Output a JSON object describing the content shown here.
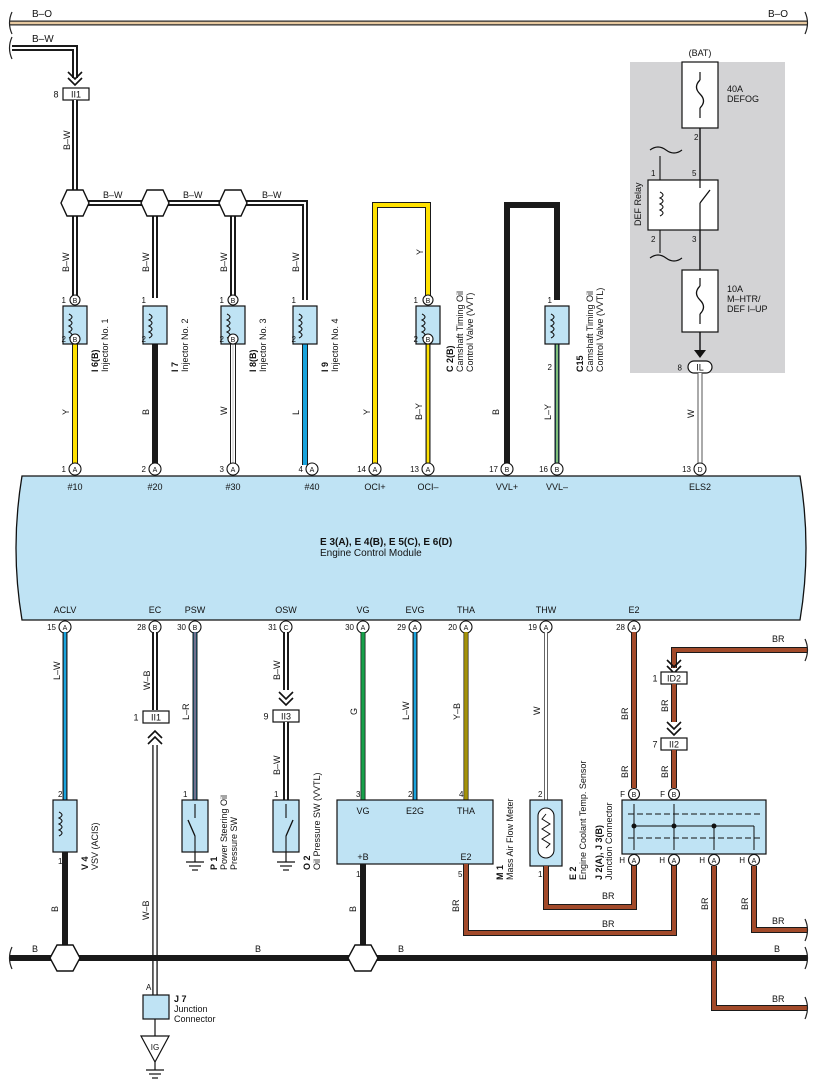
{
  "colors": {
    "module_fill": "#bfe3f4",
    "relay_box_fill": "#d3d3d5",
    "wire_black": "#1a1a1a",
    "wire_yellow": "#ffe100",
    "wire_blue": "#19a3dc",
    "wire_green": "#17a04a",
    "wire_brown": "#a24a2a",
    "wire_red": "#e0332f",
    "wire_tan": "#e7c9a0"
  },
  "top_bus": {
    "label_left": "B–O",
    "label_right": "B–O"
  },
  "upper": {
    "feed_wire": "B–W",
    "conn_ii1": {
      "pin": "8",
      "name": "II1"
    },
    "segment_labels": [
      "B–W",
      "B–W",
      "B–W"
    ],
    "injectors": [
      {
        "code": "I 6(B)",
        "name": "Injector No. 1",
        "pin_top": "1",
        "pin_top_conn": "B",
        "pin_bot": "2",
        "pin_bot_conn": "B",
        "wire_top": "B–W",
        "wire_bot": "Y"
      },
      {
        "code": "I 7",
        "name": "Injector No. 2",
        "pin_top": "1",
        "pin_top_conn": "",
        "pin_bot": "2",
        "pin_bot_conn": "",
        "wire_top": "B–W",
        "wire_bot": "B"
      },
      {
        "code": "I 8(B)",
        "name": "Injector No. 3",
        "pin_top": "1",
        "pin_top_conn": "B",
        "pin_bot": "2",
        "pin_bot_conn": "B",
        "wire_top": "B–W",
        "wire_bot": "W"
      },
      {
        "code": "I 9",
        "name": "Injector No. 4",
        "pin_top": "1",
        "pin_top_conn": "",
        "pin_bot": "2",
        "pin_bot_conn": "",
        "wire_top": "B–W",
        "wire_bot": "L"
      }
    ],
    "ocv_vvt": {
      "code": "C 2(B)",
      "name1": "Camshaft Timing Oil",
      "name2": "Control Valve (VVT)",
      "pin_top": "1",
      "pin_top_conn": "B",
      "pin_bot": "2",
      "pin_bot_conn": "B",
      "wire_top": "Y",
      "wire_bot": "B–Y"
    },
    "ocv_vvtl": {
      "code": "C15",
      "name1": "Camshaft Timing Oil",
      "name2": "Control Valve (VVTL)",
      "pin_top": "1",
      "pin_bot": "2",
      "wire_top": "B",
      "wire_bot": "L–Y"
    },
    "wire_els2": "W"
  },
  "relay_box": {
    "bat": "(BAT)",
    "fuse_defog": {
      "amps": "40A",
      "name": "DEFOG",
      "pin": "2"
    },
    "relay": {
      "name": "DEF Relay",
      "pins": [
        "1",
        "5",
        "2",
        "3"
      ]
    },
    "fuse_mhtr": {
      "amps": "10A",
      "name1": "M–HTR/",
      "name2": "DEF I–UP"
    },
    "conn_il": {
      "pin": "8",
      "name": "IL"
    }
  },
  "ecm": {
    "title": "E 3(A), E 4(B), E 5(C), E 6(D)",
    "subtitle": "Engine Control Module",
    "top_pins": [
      {
        "num": "1",
        "conn": "A",
        "label": "#10"
      },
      {
        "num": "2",
        "conn": "A",
        "label": "#20"
      },
      {
        "num": "3",
        "conn": "A",
        "label": "#30"
      },
      {
        "num": "4",
        "conn": "A",
        "label": "#40"
      },
      {
        "num": "14",
        "conn": "A",
        "label": "OCI+"
      },
      {
        "num": "13",
        "conn": "A",
        "label": "OCI–"
      },
      {
        "num": "17",
        "conn": "B",
        "label": "VVL+"
      },
      {
        "num": "16",
        "conn": "B",
        "label": "VVL–"
      },
      {
        "num": "13",
        "conn": "D",
        "label": "ELS2"
      }
    ],
    "bottom_pins": [
      {
        "num": "15",
        "conn": "A",
        "label": "ACLV"
      },
      {
        "num": "28",
        "conn": "B",
        "label": "EC"
      },
      {
        "num": "30",
        "conn": "B",
        "label": "PSW"
      },
      {
        "num": "31",
        "conn": "C",
        "label": "OSW"
      },
      {
        "num": "30",
        "conn": "A",
        "label": "VG"
      },
      {
        "num": "29",
        "conn": "A",
        "label": "EVG"
      },
      {
        "num": "20",
        "conn": "A",
        "label": "THA"
      },
      {
        "num": "19",
        "conn": "A",
        "label": "THW"
      },
      {
        "num": "28",
        "conn": "A",
        "label": "E2"
      }
    ]
  },
  "lower": {
    "wire_aclv": "L–W",
    "wire_ec": "W–B",
    "wire_psw": "L–R",
    "wire_osw": "B–W",
    "wire_vg": "G",
    "wire_evg": "L–W",
    "wire_tha": "Y–B",
    "wire_thw": "W",
    "wire_e2": "BR",
    "ii1_conn": {
      "pin": "1",
      "name": "II1"
    },
    "ii3_conn": {
      "pin": "9",
      "name": "II3"
    },
    "osw_wire_lower": "B–W",
    "ec_wire_lower": "W–B",
    "vsv": {
      "code": "V 4",
      "name": "VSV (ACIS)",
      "pin_top": "2",
      "pin_bot": "1",
      "wire_bot": "B"
    },
    "psw_sensor": {
      "code": "P 1",
      "name1": "Power Steering Oil",
      "name2": "Pressure SW",
      "pin": "1"
    },
    "osw_sensor": {
      "code": "O 2",
      "name": "Oil Pressure SW (VVTL)",
      "pin": "1"
    },
    "maf": {
      "code": "M 1",
      "name": "Mass Air Flow Meter",
      "pins_top": [
        "3",
        "2",
        "4"
      ],
      "labels_top": [
        "VG",
        "E2G",
        "THA"
      ],
      "pins_bot": [
        "1",
        "5"
      ],
      "labels_bot": [
        "+B",
        "E2"
      ],
      "wire_b": "B",
      "wire_br": "BR"
    },
    "ect": {
      "code": "E 2",
      "name": "Engine Coolant Temp.  Sensor",
      "pin_top": "2",
      "pin_bot": "1"
    },
    "jc": {
      "code": "J 2(A), J 3(B)",
      "name": "Junction Connector",
      "top_pins": [
        {
          "letter": "F",
          "conn": "B"
        },
        {
          "letter": "F",
          "conn": "B"
        }
      ],
      "bot_pins": [
        {
          "letter": "H",
          "conn": "A"
        },
        {
          "letter": "H",
          "conn": "A"
        },
        {
          "letter": "H",
          "conn": "A"
        },
        {
          "letter": "H",
          "conn": "A"
        }
      ]
    },
    "id2_conn": {
      "pin": "1",
      "name": "ID2"
    },
    "ii2_conn": {
      "pin": "7",
      "name": "II2"
    },
    "br_labels": [
      "BR",
      "BR",
      "BR",
      "BR",
      "BR",
      "BR",
      "BR",
      "BR",
      "BR",
      "BR"
    ],
    "ground_bus": {
      "labels": [
        "B",
        "B",
        "B",
        "B"
      ]
    },
    "j7": {
      "code": "J 7",
      "name1": "Junction",
      "name2": "Connector",
      "pin": "A"
    },
    "ig": "IG"
  }
}
